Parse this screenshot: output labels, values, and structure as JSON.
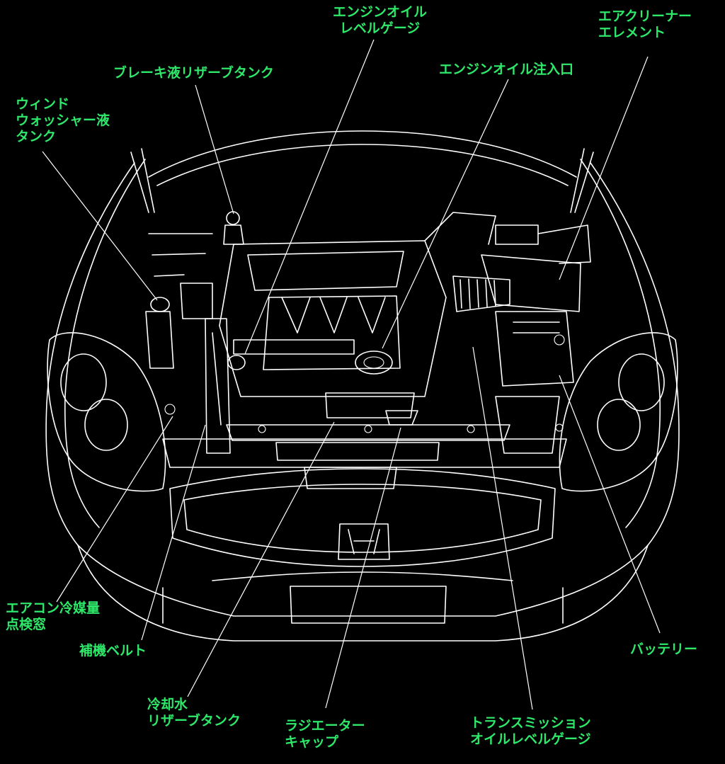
{
  "labels": {
    "engine_oil_level_gauge": [
      "エンジンオイル",
      "レベルゲージ"
    ],
    "air_cleaner_element": [
      "エアクリーナー",
      "エレメント"
    ],
    "brake_fluid_reservoir": [
      "ブレーキ液リザーブタンク"
    ],
    "engine_oil_filler": [
      "エンジンオイル注入口"
    ],
    "washer_fluid_tank": [
      "ウィンド",
      "ウォッシャー液",
      "タンク"
    ],
    "ac_refrigerant_sight_glass": [
      "エアコン冷媒量",
      "点検窓"
    ],
    "accessory_belt": [
      "補機ベルト"
    ],
    "coolant_reserve_tank": [
      "冷却水",
      "リザーブタンク"
    ],
    "radiator_cap": [
      "ラジエーター",
      "キャップ"
    ],
    "transmission_oil_level_gauge": [
      "トランスミッション",
      "オイルレベルゲージ"
    ],
    "battery": [
      "バッテリー"
    ]
  },
  "colors": {
    "background": "#000000",
    "label": "#2ee86a",
    "line": "#ffffff"
  }
}
